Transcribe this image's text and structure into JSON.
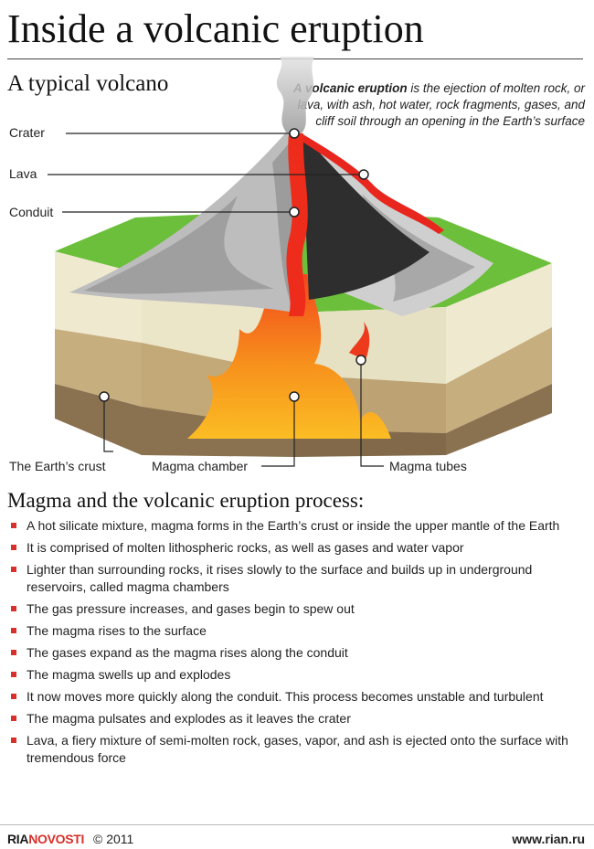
{
  "header": {
    "title": "Inside a volcanic eruption",
    "subtitle": "A typical volcano"
  },
  "definition": {
    "term": "A volcanic eruption",
    "text": " is the ejection of molten rock, or lava, with ash, hot water, rock fragments, gases, and cliff soil through an opening in the Earth’s surface"
  },
  "diagram": {
    "labels": {
      "crater": "Crater",
      "lava": "Lava",
      "conduit": "Conduit",
      "crust": "The Earth’s crust",
      "chamber": "Magma chamber",
      "tubes": "Magma tubes"
    },
    "colors": {
      "grass": "#6cbf3a",
      "rock_light": "#b9b9b9",
      "rock_dark": "#3a3a3a",
      "lava": "#e8261e",
      "magma": "#f59a1c",
      "soil_light": "#efe9cf",
      "soil_mid": "#c7ae7e",
      "soil_dark": "#8a7150"
    }
  },
  "process": {
    "title": "Magma and the volcanic eruption process:",
    "steps": [
      "A hot silicate mixture, magma forms in the Earth’s crust or inside the upper mantle of the Earth",
      "It is comprised of molten lithospheric rocks, as well as gases and water vapor",
      "Lighter than surrounding rocks, it rises slowly to the surface and builds up in underground reservoirs, called magma chambers",
      "The gas pressure increases, and gases begin to spew out",
      "The magma rises to the surface",
      "The gases expand as the magma rises along the conduit",
      "The magma swells up and explodes",
      "It now moves more quickly along the conduit. This process becomes unstable and turbulent",
      "The magma pulsates and explodes as it leaves the crater",
      "Lava, a fiery mixture of semi-molten rock, gases, vapor, and ash is ejected onto the surface with tremendous force"
    ]
  },
  "footer": {
    "brand_ria": "RIA",
    "brand_novosti": "NOVOSTI",
    "copyright": "© 2011",
    "site": "www.rian.ru"
  }
}
